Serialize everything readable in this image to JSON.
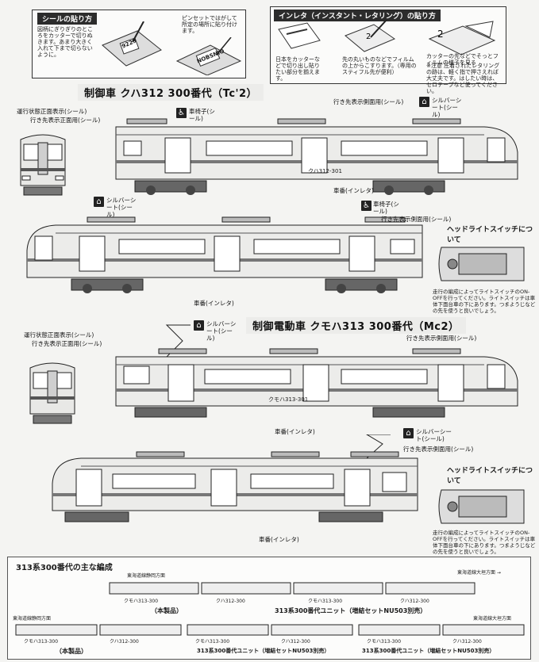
{
  "sticker_box": {
    "title": "シールの貼り方",
    "step1": "図柄にぎりぎりのところをカッターで切りぬきます。あまり大きく入れて下まで切らないように。",
    "step2": "ピンセットではがして所定の場所に貼り付けます。",
    "sticker_text_a": "9229",
    "sticker_text_b": "NOBSNIO"
  },
  "inleta_box": {
    "title": "インレタ（インスタント・レタリング）の貼り方",
    "step1": "日本をカッターなどで切り出し貼りたい部分を揃えます。",
    "step2": "先の丸いものなどでフィルムの上からこすります。（専用のスティフル先が便利）",
    "step3": "カッターの先などでそっとフィルムの様子を見る",
    "step4": "※注意 圧着されたレタリングの跡は、軽く指で押さえれば大丈夫です。はしたい時は、セロテープなど使ってください。"
  },
  "section1": {
    "title": "制御車 クハ312 300番代（Tc'2）",
    "labels": {
      "front_display": "運行状態正面表示(シール)",
      "front_dest": "行き先表示正面用(シール)",
      "wheelchair": "車椅子(シール)",
      "side_dest": "行き先表示側面用(シール)",
      "silver_seat": "シルバーシート(シール)",
      "car_number": "車番(インレタ)",
      "silver_seat_2": "シルバーシート(シール)",
      "wheelchair_2": "車椅子(シール)",
      "side_dest_2": "行き先表示側面用(シール)",
      "car_number_2": "車番(インレタ)",
      "number_plate": "クハ312-301"
    }
  },
  "headlight1": {
    "title": "ヘッドライトスイッチについて",
    "note": "走行の編成によってライトスイッチのON-OFFを行ってください。ライトスイッチは車体下面台車の下にあります。つまようじなどの先を使うと良いでしょう。"
  },
  "section2": {
    "title": "制御電動車 クモハ313 300番代（Mc2）",
    "labels": {
      "front_display": "運行状態正面表示(シール)",
      "front_dest": "行き先表示正面用(シール)",
      "silver_seat": "シルバーシート(シール)",
      "side_dest": "行き先表示側面用(シール)",
      "car_number": "車番(インレタ)",
      "silver_seat_2": "シルバーシート(シール)",
      "side_dest_2": "行き先表示側面用(シール)",
      "car_number_2": "車番(インレタ)",
      "number_plate": "クモハ313-301"
    }
  },
  "headlight2": {
    "title": "ヘッドライトスイッチについて",
    "note": "走行の編成によってライトスイッチのON-OFFを行ってください。ライトスイッチは車体下面台車の下にあります。つまようじなどの先を使うと良いでしょう。"
  },
  "formation": {
    "title": "313系300番代の主な編成",
    "row1": {
      "left_dir": "東海道線静岡方面",
      "right_dir": "東海道線大垣方面 →",
      "cars": [
        "クモハ313-300",
        "クハ312-300",
        "クモハ313-300",
        "クハ312-300"
      ],
      "caption_left": "（本製品）",
      "caption_right": "313系300番代ユニット（増結セットNU503別売）"
    },
    "row2": {
      "left_dir": "東海道線静岡方面",
      "right_dir": "東海道線大垣方面",
      "cars": [
        "クモハ313-300",
        "クハ312-300",
        "クモハ313-300",
        "クハ312-300",
        "クモハ313-300",
        "クハ312-300"
      ],
      "caption_left": "（本製品）",
      "caption_mid": "313系300番代ユニット（増結セットNU503別売）",
      "caption_right": "313系300番代ユニット（増結セットNU503別売）"
    }
  }
}
